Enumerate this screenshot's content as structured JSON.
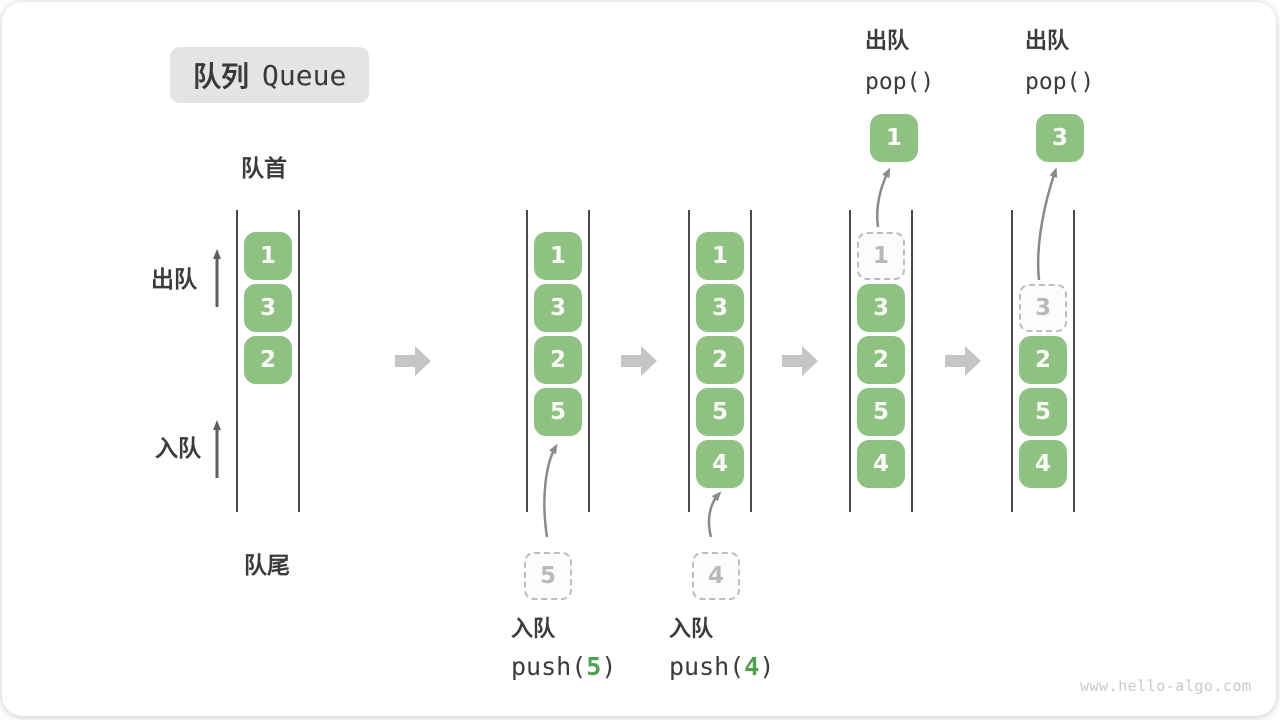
{
  "title": {
    "zh": "队列",
    "en": "Queue"
  },
  "labels": {
    "front": "队首",
    "rear": "队尾",
    "dequeue": "出队",
    "enqueue": "入队"
  },
  "states": [
    {
      "name": "initial",
      "boxes": [
        "1",
        "3",
        "2"
      ]
    },
    {
      "name": "after-push-5",
      "boxes": [
        "1",
        "3",
        "2",
        "5"
      ],
      "incoming": "5"
    },
    {
      "name": "after-push-4",
      "boxes": [
        "1",
        "3",
        "2",
        "5",
        "4"
      ],
      "incoming": "4"
    },
    {
      "name": "after-pop-1",
      "ghost": "1",
      "boxes": [
        "3",
        "2",
        "5",
        "4"
      ],
      "popped": "1"
    },
    {
      "name": "after-pop-3",
      "ghost": "3",
      "boxes": [
        "2",
        "5",
        "4"
      ],
      "popped": "3"
    }
  ],
  "annotations": {
    "push5": {
      "action": "入队",
      "call_prefix": "push(",
      "arg": "5",
      "call_suffix": ")"
    },
    "push4": {
      "action": "入队",
      "call_prefix": "push(",
      "arg": "4",
      "call_suffix": ")"
    },
    "pop1": {
      "action": "出队",
      "call": "pop()"
    },
    "pop2": {
      "action": "出队",
      "call": "pop()"
    }
  },
  "watermark": "www.hello-algo.com",
  "colors": {
    "item_green": "#8FC183",
    "item_text": "#FAFAF7",
    "code_arg_green": "#4FA050",
    "block_arrow_gray": "#C5C5C5",
    "ghost_border_gray": "#BDBDBD",
    "text_dark": "#3B3B3B",
    "watermark_gray": "#C9C9C9",
    "badge_bg": "#E4E4E4"
  }
}
